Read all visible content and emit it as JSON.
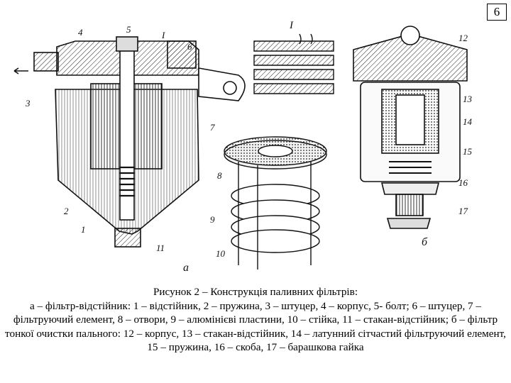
{
  "page_number": "6",
  "figure": {
    "labels_a": [
      "4",
      "5",
      "I",
      "6",
      "3",
      "7",
      "2",
      "1",
      "11",
      "8",
      "9",
      "10"
    ],
    "labels_b": [
      "12",
      "13",
      "14",
      "15",
      "16",
      "17"
    ],
    "detail_label": "I",
    "sub_a": "а",
    "sub_b": "б"
  },
  "caption": {
    "title": "Рисунок 2 – Конструкція паливних фільтрів:",
    "body": "а – фільтр-відстійник: 1 – відстійник, 2 – пружина, 3 – штуцер, 4 – корпус, 5- болт; 6 – штуцер, 7 – фільтруючий елемент, 8 – отвори, 9 – алюмінієві пластини, 10 – стійка, 11 – стакан-відстійник; б – фільтр тонкої очистки пального: 12 – корпус, 13 – стакан-відстійник, 14 – латунний сітчастий фільтруючий елемент,   15 – пружина, 16 – скоба, 17 – барашкова гайка"
  }
}
